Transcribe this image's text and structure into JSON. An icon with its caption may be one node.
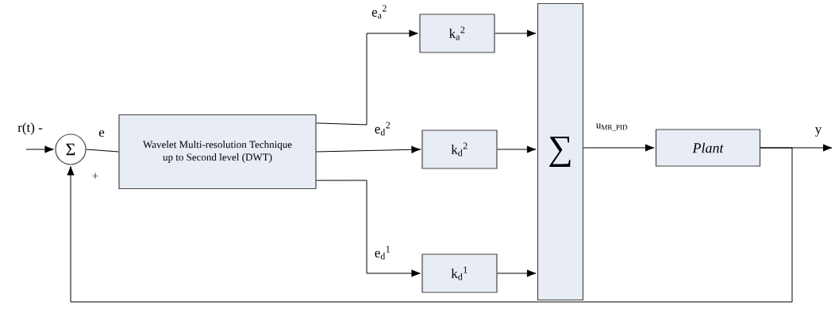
{
  "diagram": {
    "nodes": [
      {
        "text": [
          "Σ"
        ]
      },
      {
        "text": [
          "Wavelet Multi-resolution Technique up to Second level (DWT)"
        ]
      },
      {
        "text": [
          "k$_{a}$$^{2}$"
        ]
      },
      {
        "text": [
          "k$_{d}$$^{2}$"
        ]
      },
      {
        "text": [
          "k$_{d}$$^{1}$"
        ]
      },
      {
        "text": [
          "∑"
        ]
      },
      {
        "text": [
          "Plant"
        ]
      }
    ],
    "edges": [
      {
        "from": null,
        "to": 0,
        "arrow": "to",
        "label": "r(t) -"
      },
      {
        "from": 0,
        "to": 1,
        "arrow": "none",
        "label": "e"
      },
      {
        "from": 1,
        "to": 2,
        "arrow": "to",
        "label": "e$_{a}$$^{2}$"
      },
      {
        "from": 1,
        "to": 3,
        "arrow": "to",
        "label": "e$_{d}$$^{2}$"
      },
      {
        "from": 1,
        "to": 4,
        "arrow": "to",
        "label": "e$_{d}$$^{1}$"
      },
      {
        "from": 2,
        "to": 5,
        "arrow": "to"
      },
      {
        "from": 3,
        "to": 5,
        "arrow": "to"
      },
      {
        "from": 4,
        "to": 5,
        "arrow": "to"
      },
      {
        "from": 5,
        "to": 6,
        "arrow": "to",
        "label": "u$_{MR_PID}$"
      },
      {
        "from": 6,
        "to": null,
        "arrow": "to",
        "label": "y"
      },
      {
        "from": 6,
        "to": 0,
        "arrow": "to"
      }
    ],
    "labels": [
      "+"
    ]
  }
}
